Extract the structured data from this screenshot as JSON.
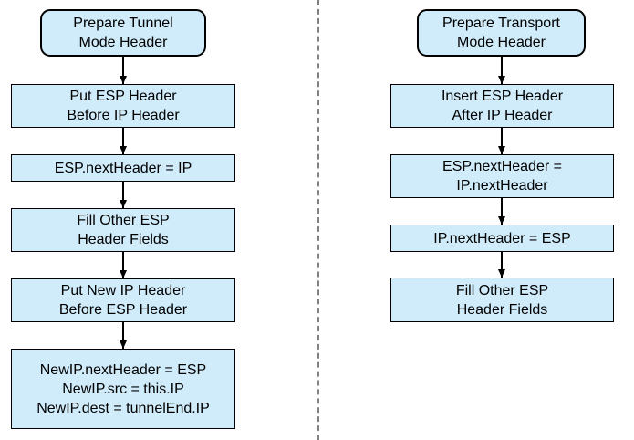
{
  "diagram": {
    "colors": {
      "node_fill": "#d0ecfa",
      "node_border": "#000000",
      "arrow": "#000000",
      "divider": "#808080"
    },
    "left": {
      "nodes": [
        {
          "type": "rounded",
          "lines": [
            "Prepare Tunnel",
            "Mode Header"
          ]
        },
        {
          "type": "rect",
          "lines": [
            "Put ESP Header",
            "Before IP Header"
          ]
        },
        {
          "type": "rect",
          "lines": [
            "ESP.nextHeader = IP"
          ]
        },
        {
          "type": "rect",
          "lines": [
            "Fill Other ESP",
            "Header Fields"
          ]
        },
        {
          "type": "rect",
          "lines": [
            "Put New IP Header",
            "Before ESP Header"
          ]
        },
        {
          "type": "rect",
          "lines": [
            "NewIP.nextHeader = ESP",
            "NewIP.src = this.IP",
            "NewIP.dest = tunnelEnd.IP"
          ]
        }
      ]
    },
    "right": {
      "nodes": [
        {
          "type": "rounded",
          "lines": [
            "Prepare Transport",
            "Mode Header"
          ]
        },
        {
          "type": "rect",
          "lines": [
            "Insert ESP Header",
            "After IP Header"
          ]
        },
        {
          "type": "rect",
          "lines": [
            "ESP.nextHeader =",
            "IP.nextHeader"
          ]
        },
        {
          "type": "rect",
          "lines": [
            "IP.nextHeader = ESP"
          ]
        },
        {
          "type": "rect",
          "lines": [
            "Fill Other ESP",
            "Header Fields"
          ]
        }
      ]
    }
  }
}
